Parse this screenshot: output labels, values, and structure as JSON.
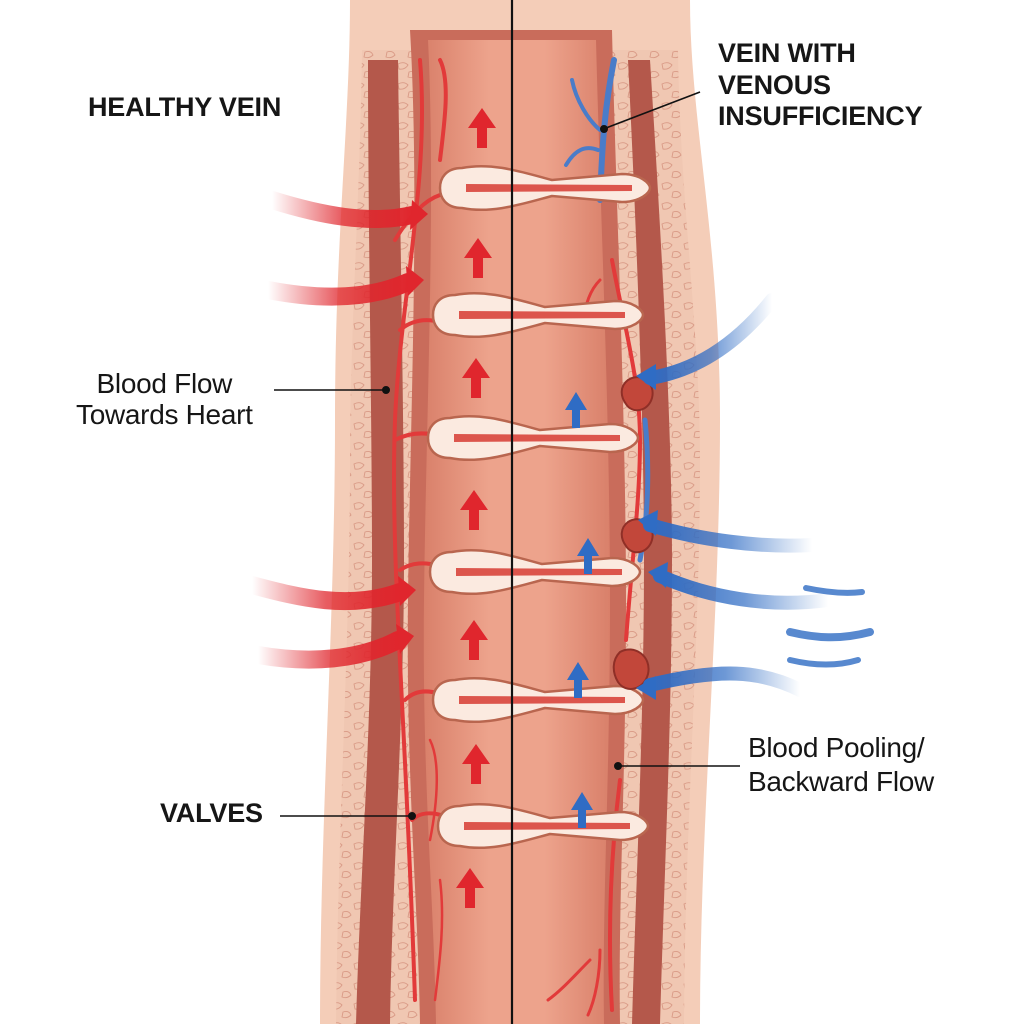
{
  "labels": {
    "healthy_vein": "HEALTHY VEIN",
    "insufficiency_line1": "VEIN WITH",
    "insufficiency_line2": "VENOUS",
    "insufficiency_line3": "INSUFFICIENCY",
    "blood_flow_line1": "Blood Flow",
    "blood_flow_line2": "Towards Heart",
    "pooling_line1": "Blood Pooling/",
    "pooling_line2": "Backward Flow",
    "valves": "VALVES"
  },
  "colors": {
    "background": "#ffffff",
    "tissue": "#f2c4ad",
    "tissue_dark": "#c56e5e",
    "muscle": "#b4584b",
    "vein_lumen": "#e89a82",
    "valve_fill": "#fbeae0",
    "healthy_arrow": "#e0262d",
    "insufficient_arrow": "#2f6cc4",
    "vessel_red": "#e23a3a",
    "vessel_blue": "#4a7cc9"
  },
  "icons": {
    "up_arrow": "up-arrow-icon",
    "valve": "valve-icon",
    "inflow": "inflow-arrow-icon",
    "backflow": "backflow-arrow-icon"
  }
}
